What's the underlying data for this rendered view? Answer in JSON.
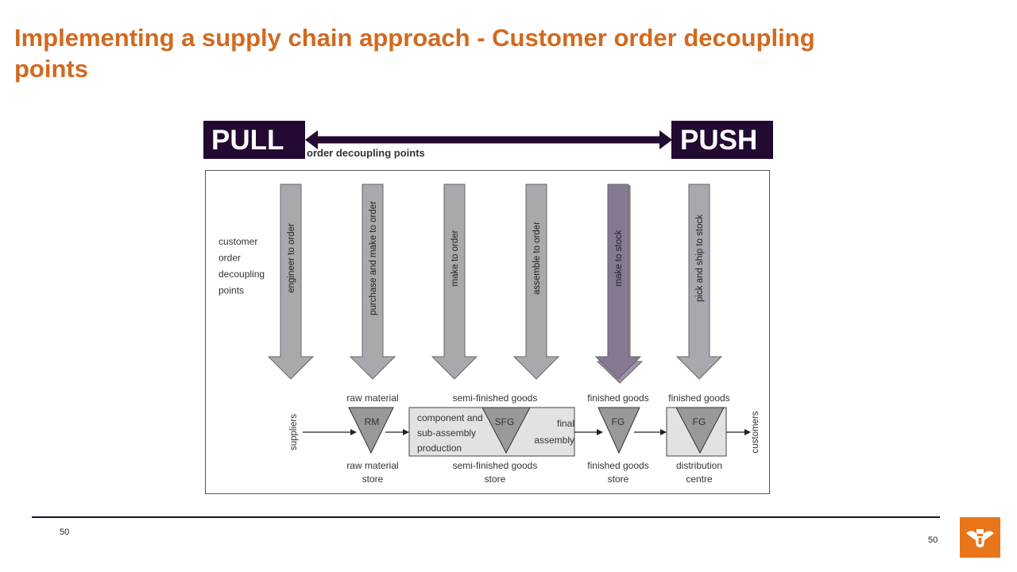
{
  "slide": {
    "title": "Implementing a supply chain approach - Customer order decoupling points",
    "page_number": "50",
    "page_number_footer": "50"
  },
  "banner": {
    "pull_label": "PULL",
    "push_label": "PUSH",
    "heading_partial": "order decoupling points"
  },
  "diagram": {
    "side_label": [
      "customer",
      "order",
      "decoupling",
      "points"
    ],
    "arrows": [
      {
        "label": "engineer to order",
        "highlighted": false
      },
      {
        "label": "purchase and make to order",
        "highlighted": false
      },
      {
        "label": "make to order",
        "highlighted": false
      },
      {
        "label": "assemble to order",
        "highlighted": false
      },
      {
        "label": "make to stock",
        "highlighted": true
      },
      {
        "label": "pick and ship to stock",
        "highlighted": false
      }
    ],
    "flow": {
      "start": "suppliers",
      "end": "customers",
      "stages": [
        {
          "top": "raw material",
          "code": "RM",
          "bottom": [
            "raw material",
            "store"
          ]
        },
        {
          "top": "semi-finished goods",
          "code": "SFG",
          "bottom": [
            "semi-finished goods",
            "store"
          ],
          "left_text": [
            "component and",
            "sub-assembly",
            "production"
          ],
          "right_text": [
            "final",
            "assembly"
          ]
        },
        {
          "top": "finished goods",
          "code": "FG",
          "bottom": [
            "finished goods",
            "store"
          ]
        },
        {
          "top": "finished goods",
          "code": "FG",
          "bottom": [
            "distribution",
            "centre"
          ]
        }
      ]
    }
  },
  "colors": {
    "title": "#d2691e",
    "banner": "#220a33",
    "arrow": "#a9a9ad",
    "highlight_arrow": "#867a93",
    "box_fill": "#e2e2e2",
    "logo": "#e8751a"
  }
}
